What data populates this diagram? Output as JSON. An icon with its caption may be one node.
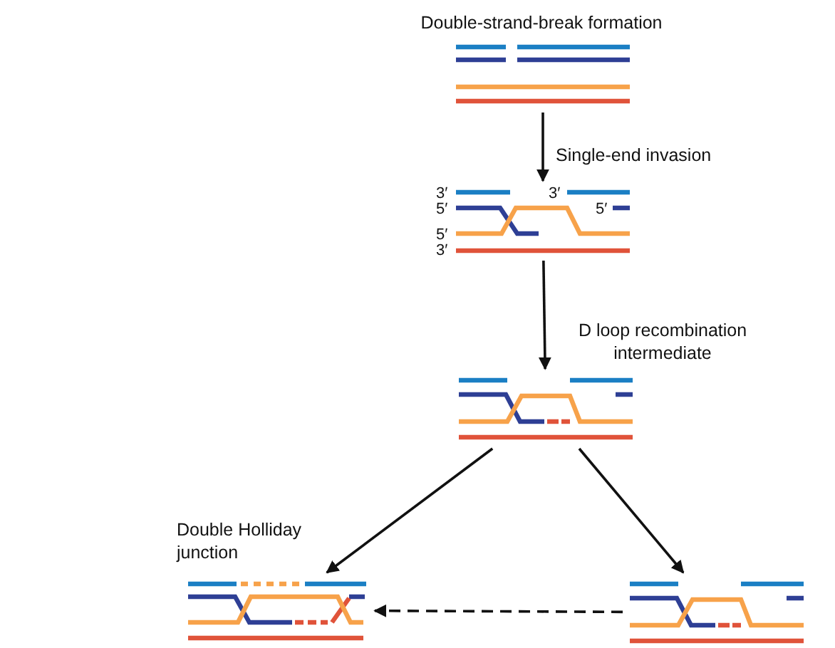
{
  "diagram": {
    "nodes": [
      {
        "text": [],
        "shape": "picture",
        "beside": [
          "Double-strand-break formation"
        ]
      },
      {
        "text": [
          "3′",
          "5′"
        ],
        "beside": [
          "Single-end invasion",
          "3′",
          "5′",
          "5′",
          "3′"
        ]
      },
      {
        "text": [],
        "shape": "picture",
        "beside": [
          "D loop recombination intermediate"
        ]
      },
      {
        "text": [],
        "shape": "picture",
        "beside": [
          "Double Holliday junction"
        ]
      },
      {
        "text": [],
        "shape": "picture"
      }
    ],
    "edges": [
      {
        "from": 0,
        "to": 1,
        "arrow": "to"
      },
      {
        "from": 1,
        "to": 2,
        "arrow": "to"
      },
      {
        "from": 2,
        "to": 3,
        "arrow": "to"
      },
      {
        "from": 2,
        "to": 4,
        "arrow": "to"
      },
      {
        "from": 4,
        "to": 3,
        "arrow": "to",
        "style": "dashed"
      }
    ]
  }
}
